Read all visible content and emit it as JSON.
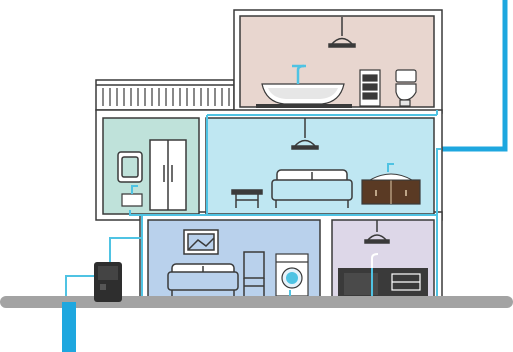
{
  "scene": {
    "subject": "house-water-pipe-network",
    "colors": {
      "pipe": "#4fc3e3",
      "pipe_main": "#1ea7df",
      "ground": "#a3a3a3",
      "wall_outline": "#3a3a3a",
      "bathroom_bg": "#e8d6cf",
      "kitchen_bg": "#bfe2da",
      "living_room_bg": "#bfe7f2",
      "lounge_bg": "#b9d1ec",
      "laundry_bg": "#ddd7e8",
      "furniture_dark": "#3a3a3a",
      "wood": "#5a3a24"
    },
    "rooms": [
      {
        "id": "bathroom",
        "icons": [
          "bathtub-icon",
          "faucet-icon",
          "drawer-cabinet-icon",
          "toilet-icon",
          "ceiling-lamp-icon"
        ]
      },
      {
        "id": "kitchen",
        "icons": [
          "microwave-icon",
          "refrigerator-icon",
          "sink-icon"
        ]
      },
      {
        "id": "living-room",
        "icons": [
          "sofa-icon",
          "side-table-icon",
          "vanity-cabinet-icon",
          "ceiling-lamp-icon"
        ]
      },
      {
        "id": "lounge",
        "icons": [
          "picture-frame-icon",
          "sofa-icon",
          "chair-icon",
          "washing-machine-icon"
        ]
      },
      {
        "id": "laundry",
        "icons": [
          "kitchen-counter-icon",
          "faucet-icon",
          "ceiling-lamp-icon"
        ]
      }
    ],
    "utility_box_icon": "water-heater-icon"
  }
}
